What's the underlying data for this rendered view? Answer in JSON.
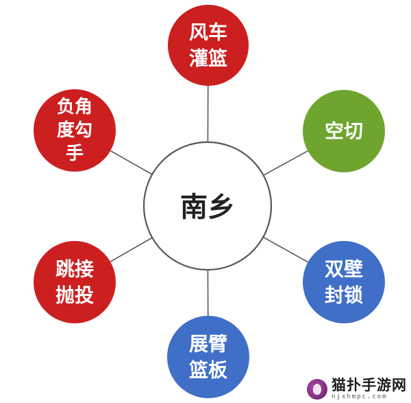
{
  "center": {
    "label": "南乡",
    "color": "#ffffff",
    "stroke": "#555555"
  },
  "nodes": [
    {
      "id": "fengche",
      "lines": [
        "风车",
        "灌篮"
      ],
      "color": "#cc1f1f"
    },
    {
      "id": "kongqie",
      "lines": [
        "空切"
      ],
      "color": "#6fa52e"
    },
    {
      "id": "shuangbi",
      "lines": [
        "双壁",
        "封锁"
      ],
      "color": "#3f6fc7"
    },
    {
      "id": "zhanbi",
      "lines": [
        "展臂",
        "篮板"
      ],
      "color": "#3f6fc7"
    },
    {
      "id": "tiaojie",
      "lines": [
        "跳接",
        "抛投"
      ],
      "color": "#cc1f1f"
    },
    {
      "id": "fujiao",
      "lines": [
        "负角",
        "度勾",
        "手"
      ],
      "color": "#cc1f1f"
    }
  ],
  "connector_color": "#555555",
  "watermark": {
    "title": "猫扑手游网",
    "subtitle": "njxhmpc.com"
  }
}
